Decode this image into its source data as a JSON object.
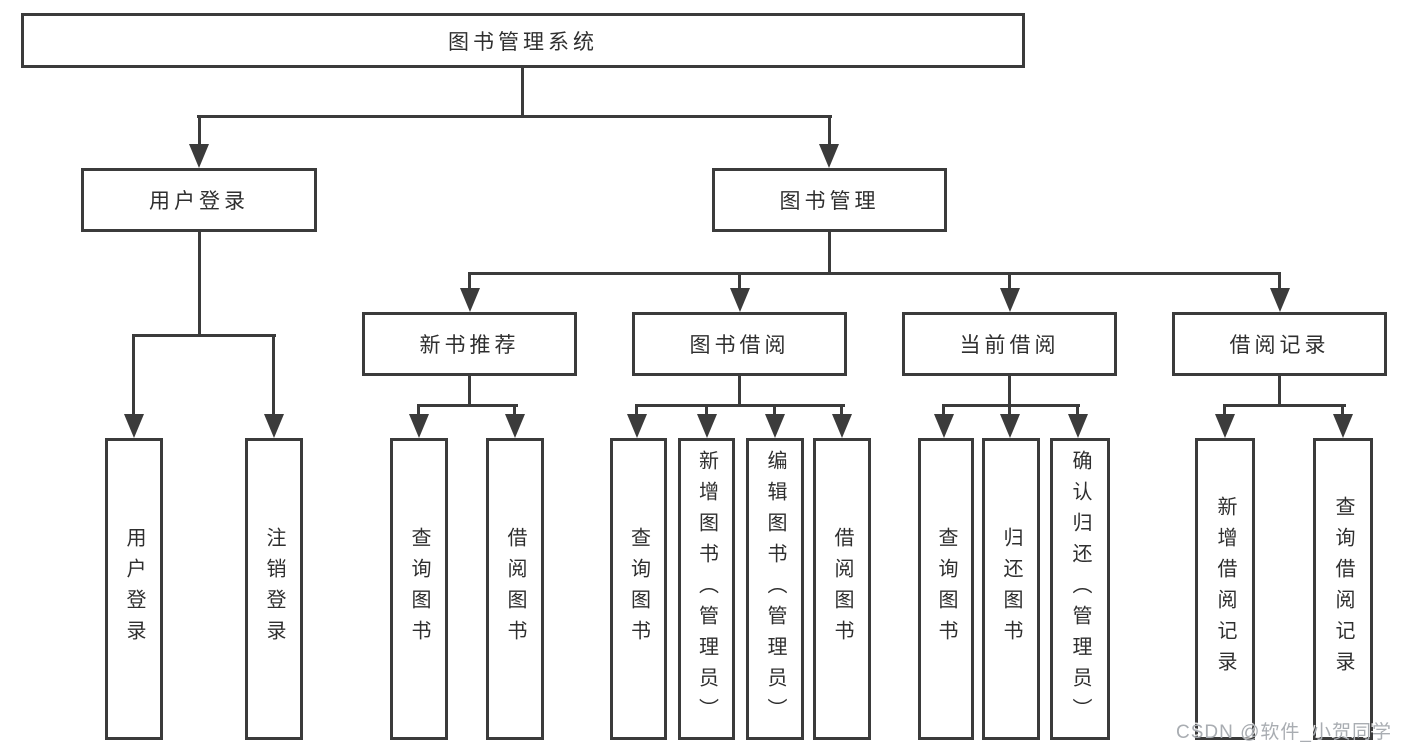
{
  "diagram": {
    "root": {
      "label": "图书管理系统"
    },
    "level2": {
      "user_login": {
        "label": "用户登录"
      },
      "book_management": {
        "label": "图书管理"
      }
    },
    "level3": {
      "new_book_recommend": {
        "label": "新书推荐"
      },
      "book_borrow": {
        "label": "图书借阅"
      },
      "current_borrow": {
        "label": "当前借阅"
      },
      "borrow_records": {
        "label": "借阅记录"
      }
    },
    "leaves": {
      "user_login_leaf": {
        "label": "用户登录"
      },
      "logout": {
        "label": "注销登录"
      },
      "rec_query_books": {
        "label": "查询图书"
      },
      "rec_borrow_books": {
        "label": "借阅图书"
      },
      "bb_query_books": {
        "label": "查询图书"
      },
      "bb_add_books": {
        "label": "新增图书（管理员）"
      },
      "bb_edit_books": {
        "label": "编辑图书（管理员）"
      },
      "bb_borrow_books": {
        "label": "借阅图书"
      },
      "cb_query_books": {
        "label": "查询图书"
      },
      "cb_return_books": {
        "label": "归还图书"
      },
      "cb_confirm_return": {
        "label": "确认归还（管理员）"
      },
      "br_add_record": {
        "label": "新增借阅记录"
      },
      "br_query_record": {
        "label": "查询借阅记录"
      }
    }
  },
  "watermark": {
    "text": "CSDN @软件_小贺同学"
  },
  "colors": {
    "line": "#3b3b3b",
    "text": "#2f2f2f",
    "background": "#ffffff",
    "watermark": "#a9adb2"
  }
}
